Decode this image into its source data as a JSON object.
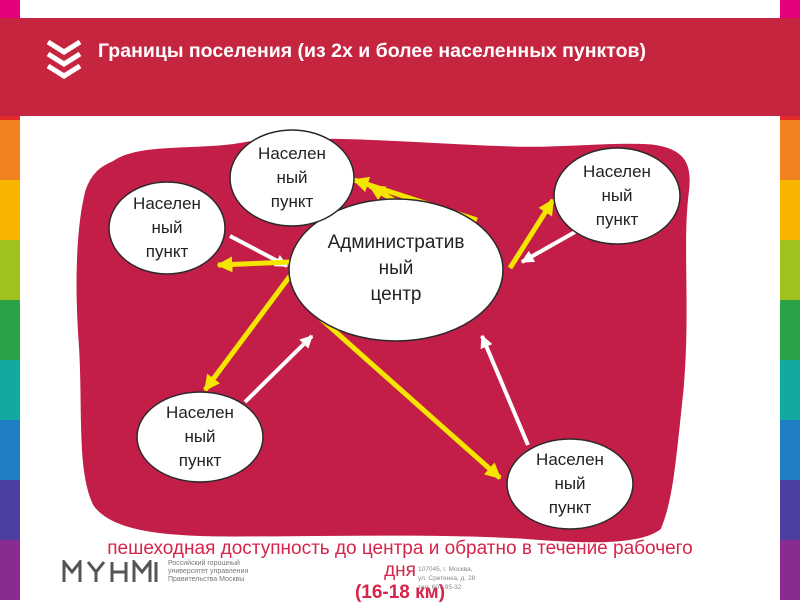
{
  "title": "Границы поселения (из 2х и более населенных пунктов)",
  "colors": {
    "banner": "#c6253f",
    "blob": "#c31e48",
    "arrow_yellow": "#f5e600",
    "arrow_white": "#ffffff",
    "caption": "#d7244a"
  },
  "header_icon": "triple-chevron-down-icon",
  "diagram": {
    "center_lines": [
      "Административ",
      "ный",
      "центр"
    ],
    "nodes": [
      {
        "id": "top",
        "lines": [
          "Населен",
          "ный",
          "пункт"
        ]
      },
      {
        "id": "left",
        "lines": [
          "Населен",
          "ный",
          "пункт"
        ]
      },
      {
        "id": "right",
        "lines": [
          "Населен",
          "ный",
          "пункт"
        ]
      },
      {
        "id": "bottom-left",
        "lines": [
          "Населен",
          "ный",
          "пункт"
        ]
      },
      {
        "id": "bottom-right",
        "lines": [
          "Населен",
          "ный",
          "пункт"
        ]
      }
    ]
  },
  "caption": {
    "line1": "пешеходная доступность до центра и обратно в течение рабочего",
    "line2": "дня",
    "line3": "(16-18 км)"
  },
  "footer": {
    "logo_text": [
      "Российский горошный",
      "университет управления",
      "Правительства Москвы"
    ],
    "address": [
      "107045, г. Москва,",
      "ул. Сретенка, д. 28",
      "тел. 607-95-32"
    ]
  }
}
